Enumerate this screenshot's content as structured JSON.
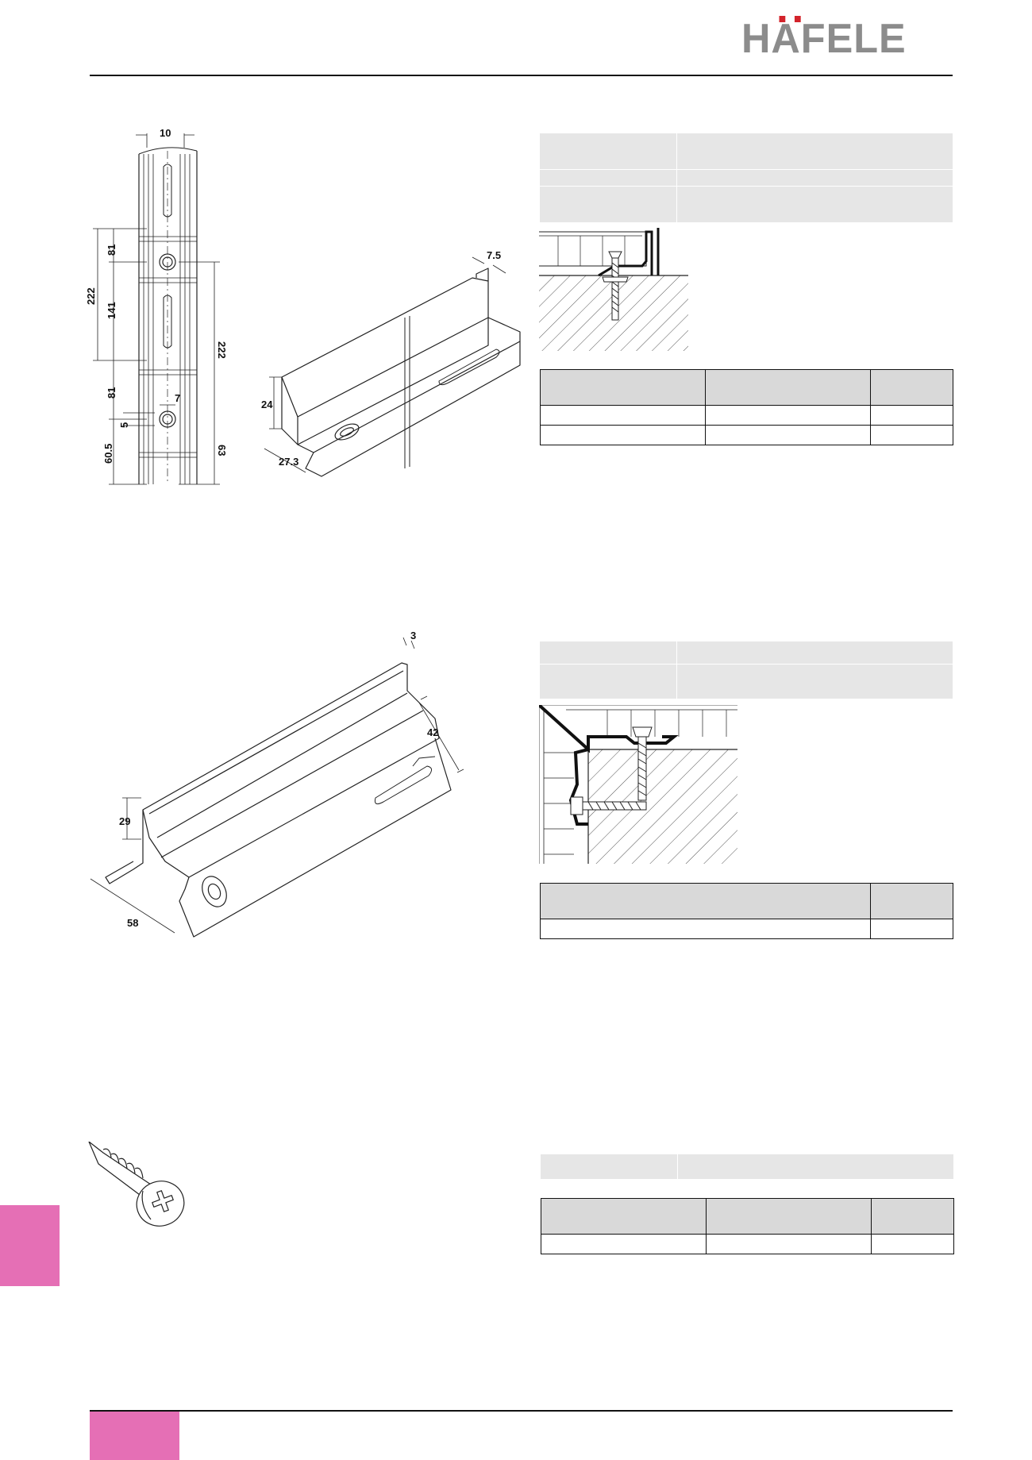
{
  "brand": {
    "logo_text": "HÄFELE",
    "accent_color": "#d3232b",
    "logo_color": "#8c8c8c",
    "tab_color": "#e56fb5"
  },
  "drawing_profile_front": {
    "dims": [
      "10",
      "81",
      "222",
      "141",
      "222",
      "81",
      "7",
      "5",
      "60.5",
      "63"
    ]
  },
  "drawing_profile_iso": {
    "dims": [
      "7.5",
      "24",
      "27.3"
    ]
  },
  "drawing_corner_profile": {
    "dims": [
      "3",
      "42",
      "29",
      "58"
    ]
  },
  "table_1": {
    "headers": [
      "",
      "",
      ""
    ],
    "rows": [
      [
        "",
        "",
        ""
      ],
      [
        "",
        "",
        ""
      ]
    ]
  },
  "table_2": {
    "headers": [
      "",
      ""
    ],
    "rows": [
      [
        "",
        ""
      ]
    ]
  },
  "table_3": {
    "headers": [
      "",
      "",
      ""
    ],
    "rows": [
      [
        "",
        "",
        ""
      ]
    ]
  }
}
